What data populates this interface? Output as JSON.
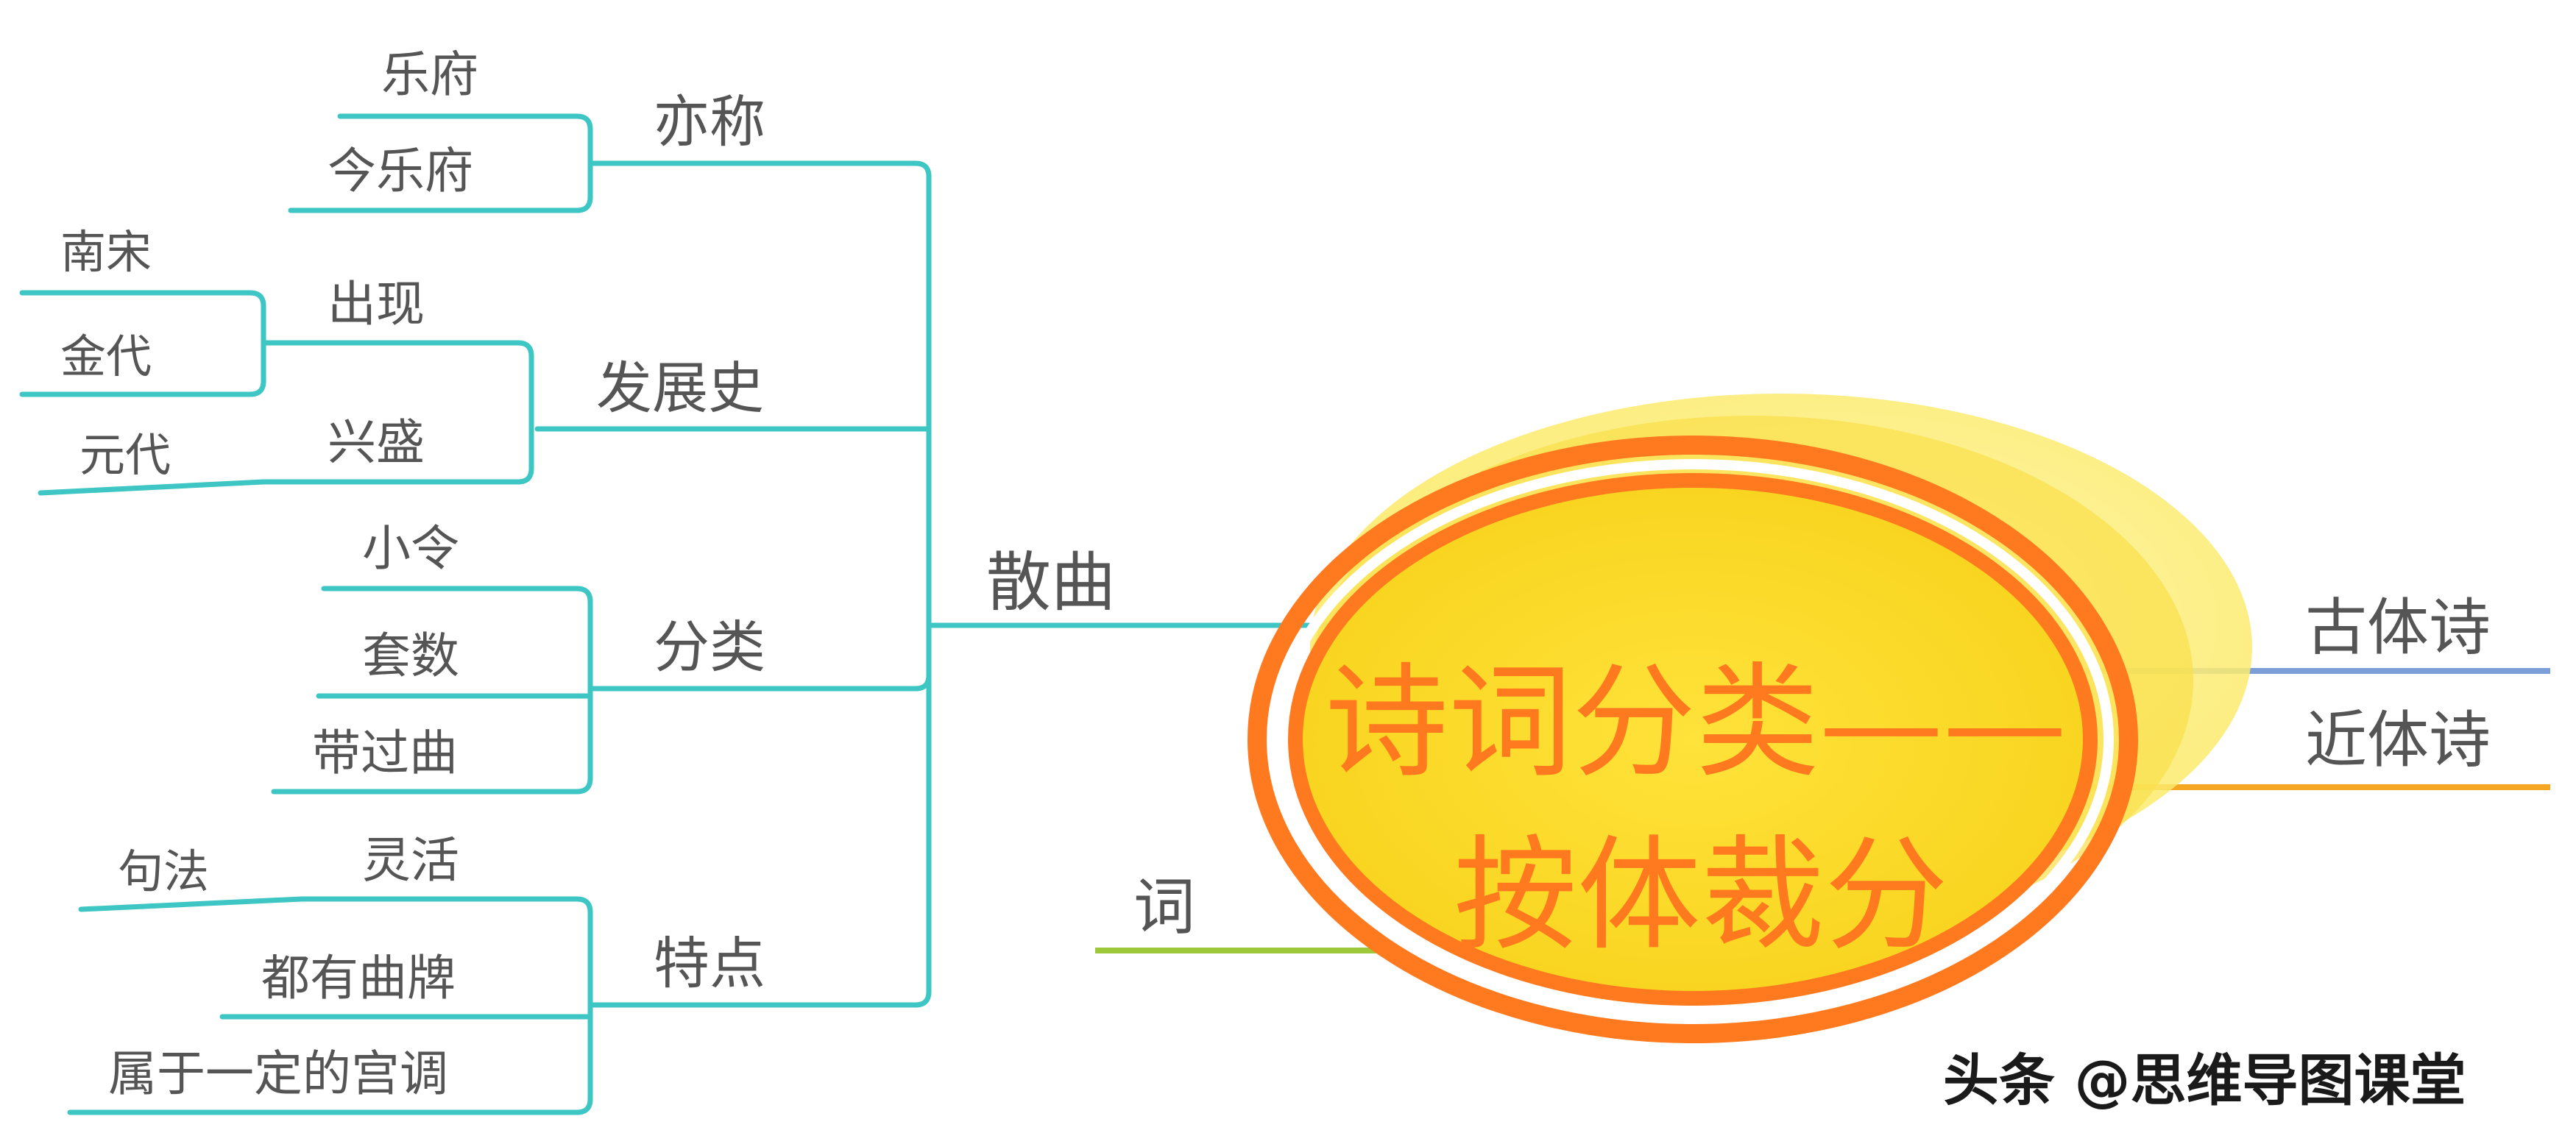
{
  "central": {
    "line1": "诗词分类——",
    "line2": "按体裁分"
  },
  "branches": {
    "sanqu": "散曲",
    "ci": "词",
    "gutishi": "古体诗",
    "jintishi": "近体诗"
  },
  "sanqu": {
    "yicheng": {
      "label": "亦称",
      "items": [
        "乐府",
        "今乐府"
      ]
    },
    "fazhanshi": {
      "label": "发展史",
      "chuxian": {
        "label": "出现",
        "items": [
          "南宋",
          "金代"
        ]
      },
      "xingsheng": {
        "label": "兴盛",
        "items": [
          "元代"
        ]
      }
    },
    "fenlei": {
      "label": "分类",
      "items": [
        "小令",
        "套数",
        "带过曲"
      ]
    },
    "tedian": {
      "label": "特点",
      "linghuo": {
        "label": "灵活",
        "items": [
          "句法"
        ]
      },
      "items": [
        "都有曲牌",
        "属于一定的宫调"
      ]
    }
  },
  "watermark": "头条 @思维导图课堂",
  "colors": {
    "teal": "#3ec6c4",
    "orange": "#ff7a1f",
    "yellow": "#f8d81c",
    "blue": "#7b9fd6",
    "amber": "#f5a623",
    "green": "#9cc83a"
  }
}
